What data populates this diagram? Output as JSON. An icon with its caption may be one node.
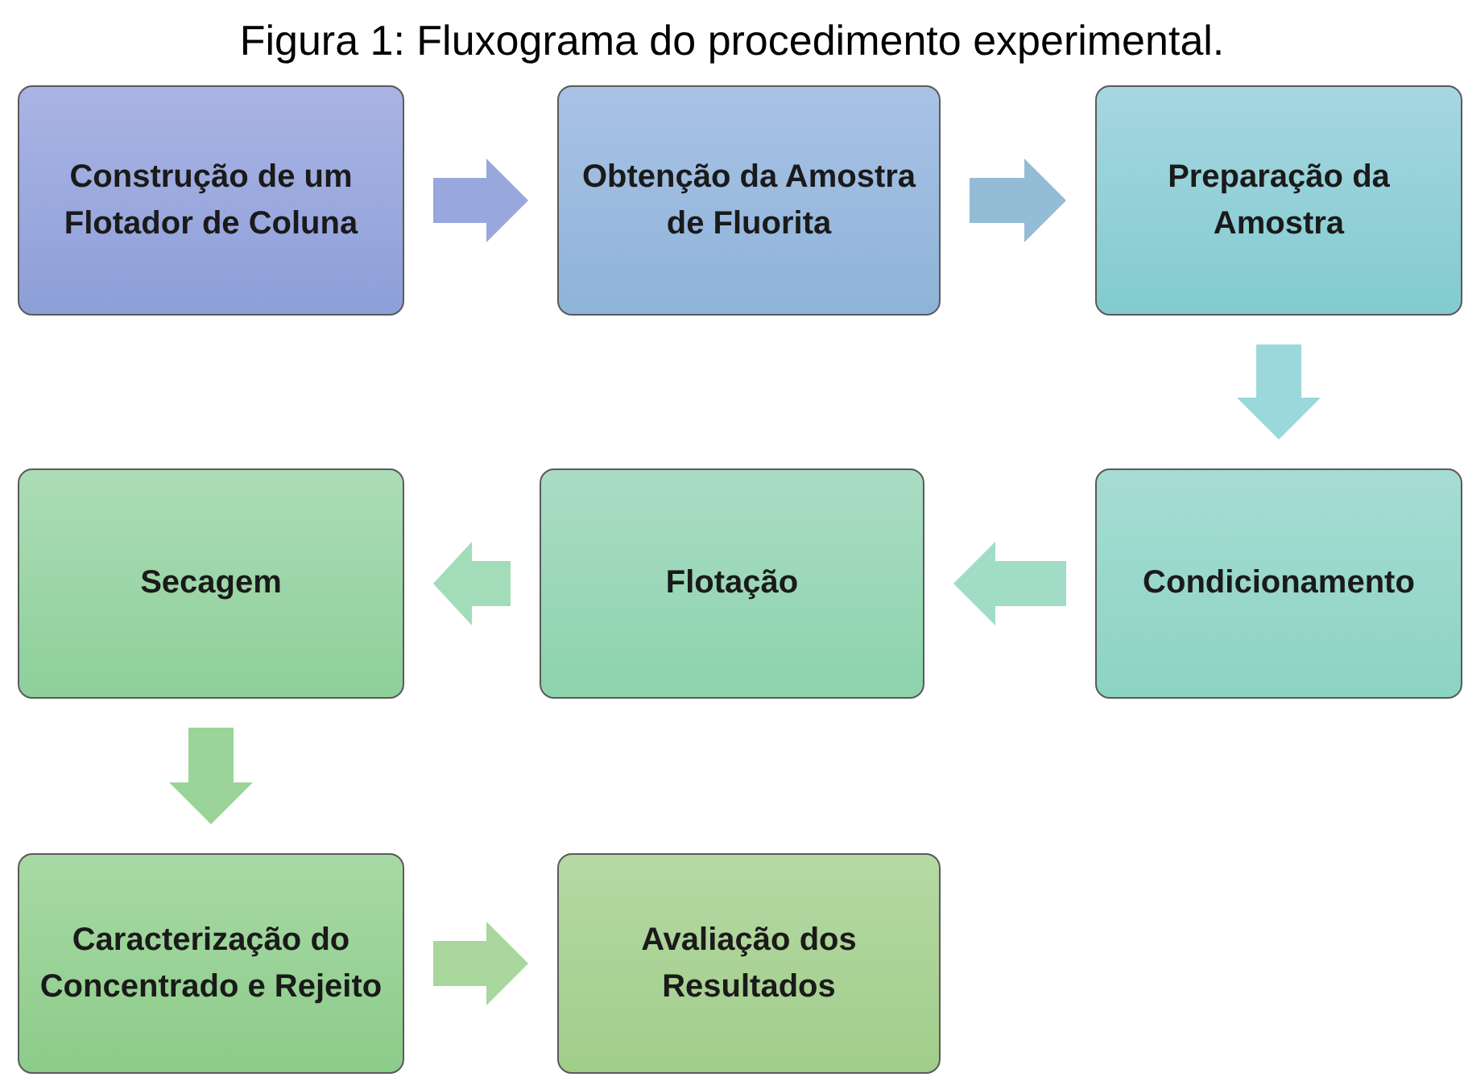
{
  "diagram": {
    "title": "Figura 1: Fluxograma do procedimento experimental.",
    "nodes": [
      {
        "text": [
          "Construção de um Flotador de Coluna"
        ]
      },
      {
        "text": [
          "Obtenção da Amostra de Fluorita"
        ]
      },
      {
        "text": [
          "Preparação da Amostra"
        ]
      },
      {
        "text": [
          "Secagem"
        ]
      },
      {
        "text": [
          "Flotação"
        ]
      },
      {
        "text": [
          "Condicionamento"
        ]
      },
      {
        "text": [
          "Caracterização do Concentrado e Rejeito"
        ]
      },
      {
        "text": [
          "Avaliação dos Resultados"
        ]
      }
    ],
    "edges": [
      {
        "from": 0,
        "to": 1,
        "arrow": "to"
      },
      {
        "from": 1,
        "to": 2,
        "arrow": "to"
      },
      {
        "from": 2,
        "to": 5,
        "arrow": "to"
      },
      {
        "from": 5,
        "to": 4,
        "arrow": "to"
      },
      {
        "from": 4,
        "to": 3,
        "arrow": "to"
      },
      {
        "from": 3,
        "to": 6,
        "arrow": "to"
      },
      {
        "from": 6,
        "to": 7,
        "arrow": "to"
      }
    ]
  }
}
